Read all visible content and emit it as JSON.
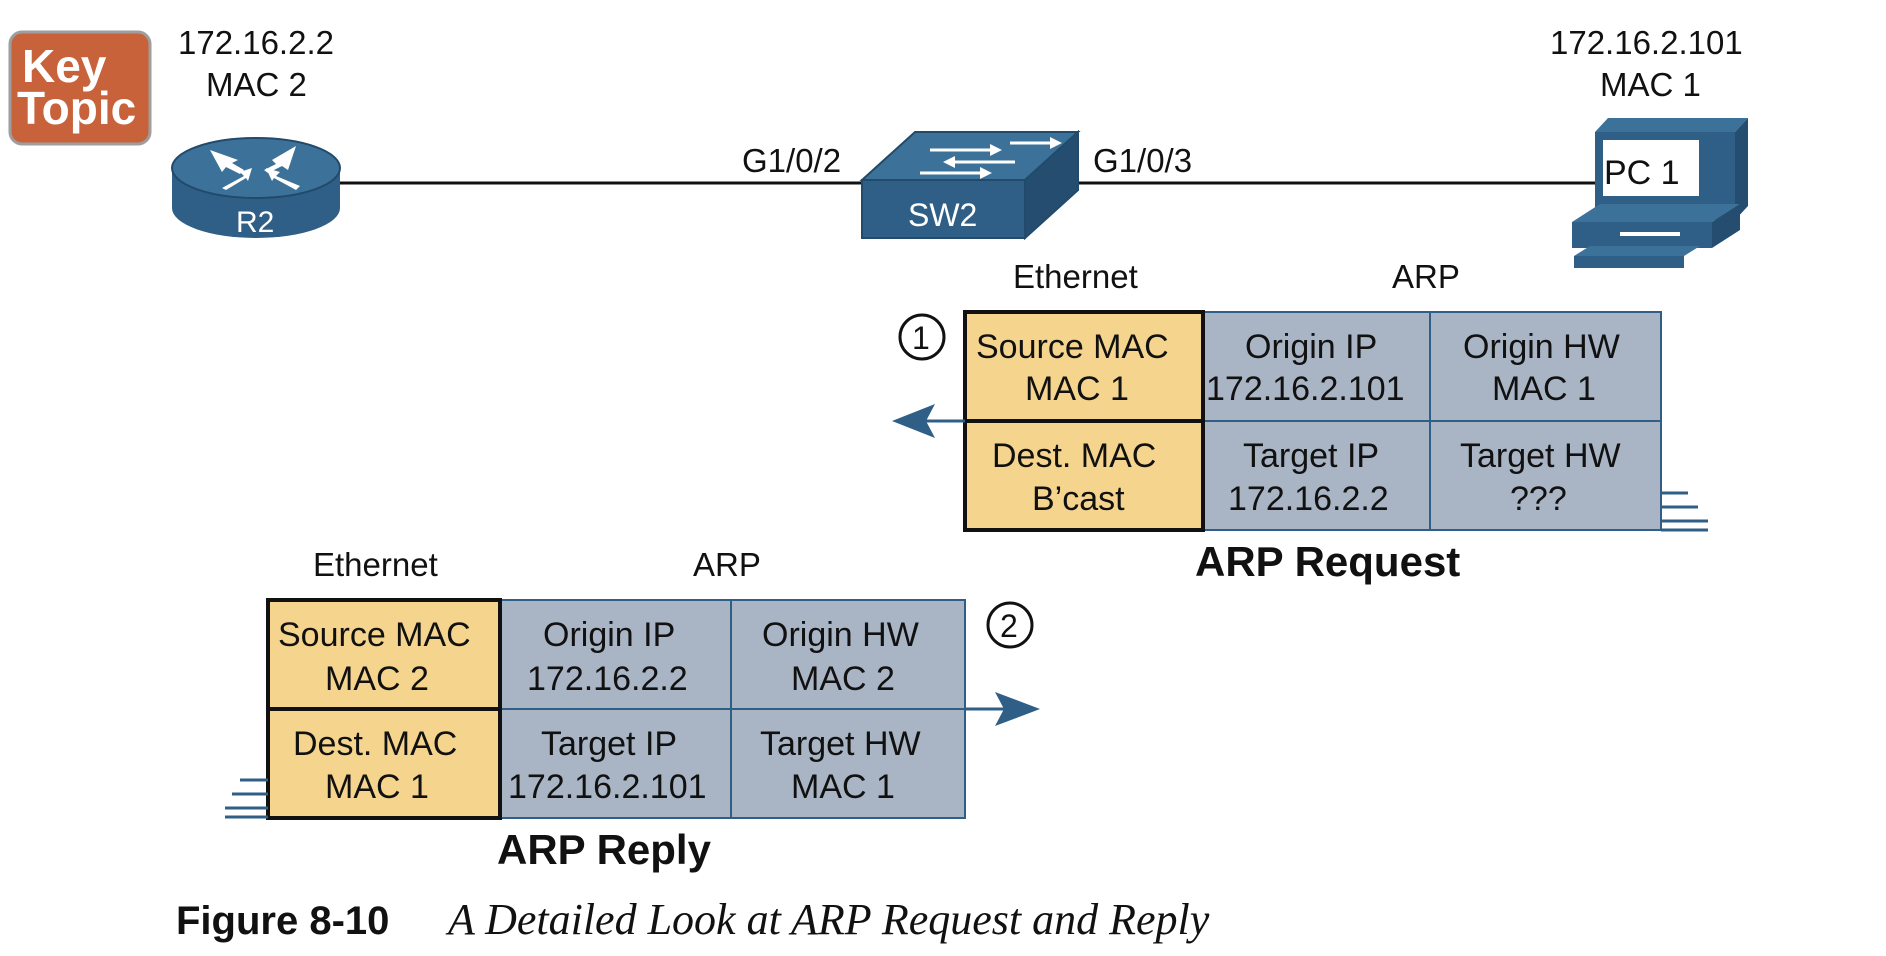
{
  "key_topic": {
    "line1": "Key",
    "line2": "Topic",
    "color": "#c8623a"
  },
  "devices": {
    "router": {
      "name": "R2",
      "ip": "172.16.2.2",
      "mac": "MAC 2"
    },
    "switch": {
      "name": "SW2",
      "port_left": "G1/0/2",
      "port_right": "G1/0/3"
    },
    "pc": {
      "name": "PC 1",
      "ip": "172.16.2.101",
      "mac": "MAC 1"
    }
  },
  "request": {
    "step": "1",
    "ethernet_header": "Ethernet",
    "arp_header": "ARP",
    "title": "ARP Request",
    "cells": {
      "src_mac_label": "Source MAC",
      "src_mac_value": "MAC 1",
      "dst_mac_label": "Dest. MAC",
      "dst_mac_value": "B’cast",
      "origin_ip_label": "Origin IP",
      "origin_ip_value": "172.16.2.101",
      "origin_hw_label": "Origin HW",
      "origin_hw_value": "MAC 1",
      "target_ip_label": "Target IP",
      "target_ip_value": "172.16.2.2",
      "target_hw_label": "Target HW",
      "target_hw_value": "???"
    }
  },
  "reply": {
    "step": "2",
    "ethernet_header": "Ethernet",
    "arp_header": "ARP",
    "title": "ARP Reply",
    "cells": {
      "src_mac_label": "Source MAC",
      "src_mac_value": "MAC 2",
      "dst_mac_label": "Dest. MAC",
      "dst_mac_value": "MAC 1",
      "origin_ip_label": "Origin IP",
      "origin_ip_value": "172.16.2.2",
      "origin_hw_label": "Origin HW",
      "origin_hw_value": "MAC 2",
      "target_ip_label": "Target IP",
      "target_ip_value": "172.16.2.101",
      "target_hw_label": "Target HW",
      "target_hw_value": "MAC 1"
    }
  },
  "caption": {
    "number": "Figure 8-10",
    "text": "A Detailed Look at ARP Request and Reply"
  },
  "colors": {
    "ethernet_fill": "#f5d48e",
    "arp_fill": "#a9b4c4",
    "device_blue": "#2f5f86",
    "arrow_blue": "#2f5f86"
  }
}
